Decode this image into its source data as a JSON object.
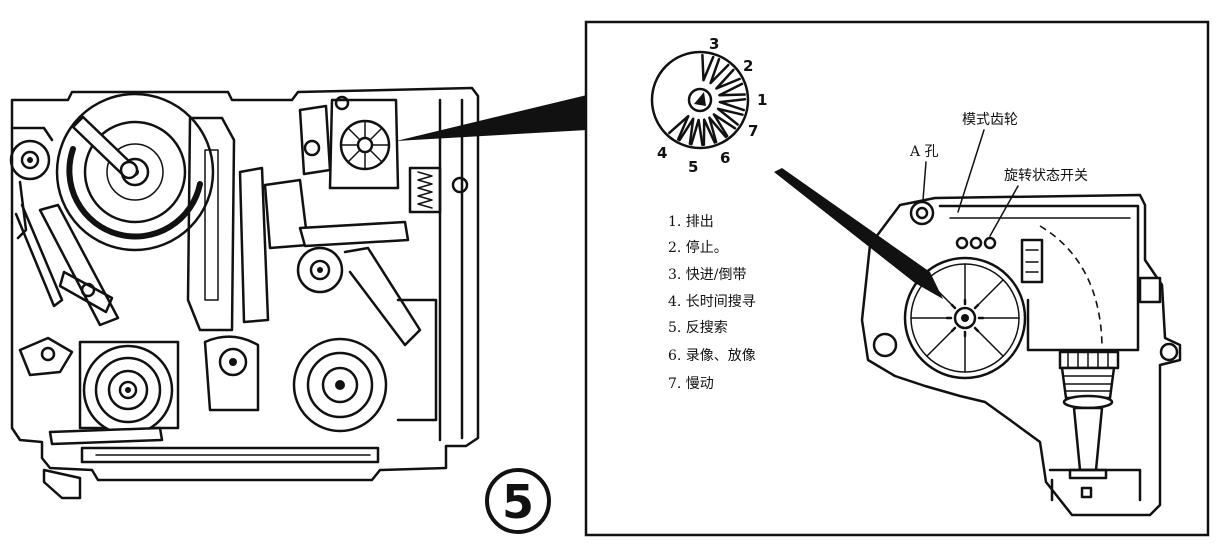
{
  "figure": {
    "number": "5"
  },
  "dial": {
    "positions": [
      "1",
      "2",
      "3",
      "4",
      "5",
      "6",
      "7"
    ]
  },
  "callouts": {
    "mode_gear": "模式齿轮",
    "a_hole": "A 孔",
    "rotation_switch": "旋转状态开关"
  },
  "mode_list": [
    "1. 排出",
    "2. 停止。",
    "3. 快进/倒带",
    "4. 长时间搜寻",
    "5. 反搜索",
    "6. 录像、放像",
    "7. 慢动"
  ]
}
